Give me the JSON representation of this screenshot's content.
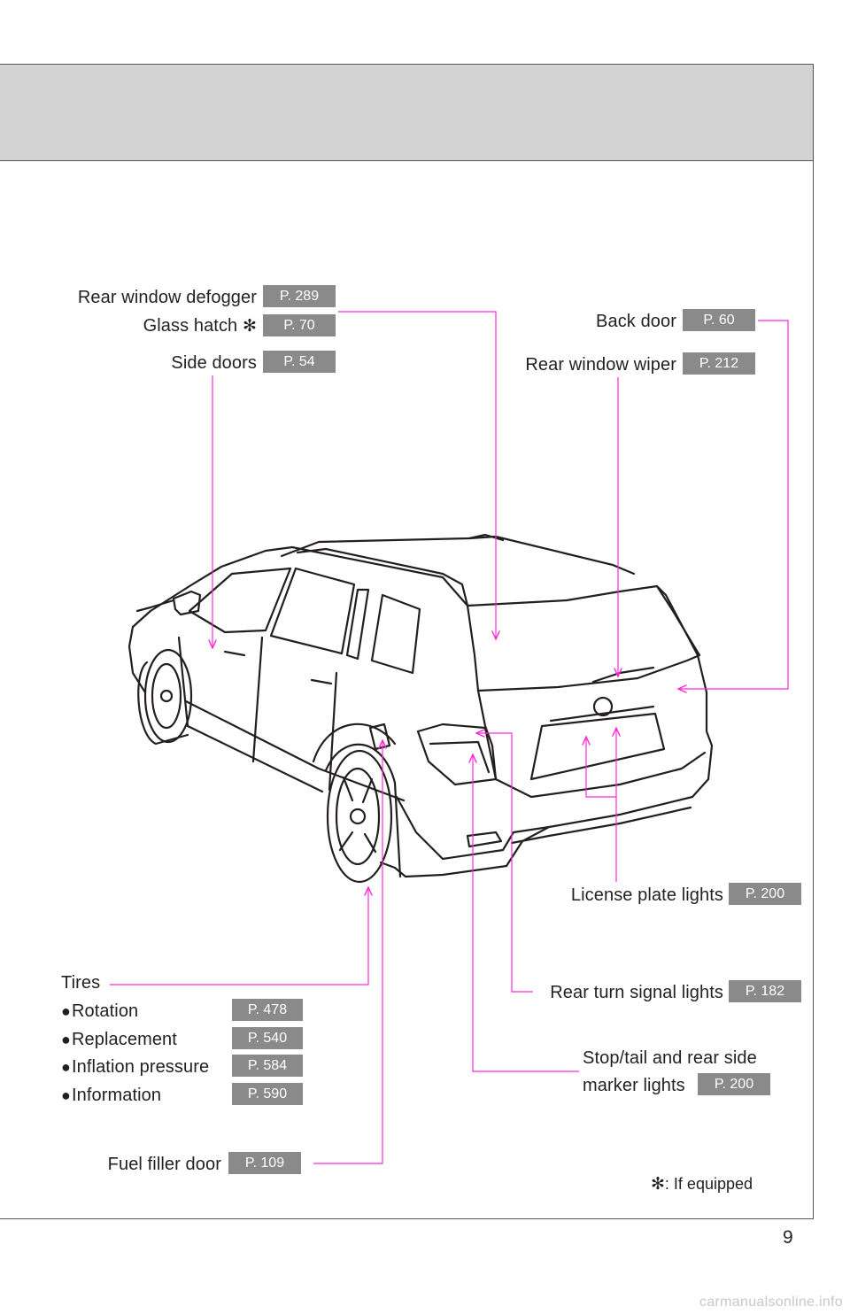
{
  "labels": {
    "rear_window_defogger": {
      "text": "Rear window defogger",
      "page": "P. 289"
    },
    "glass_hatch": {
      "text": "Glass hatch",
      "page": "P. 70"
    },
    "side_doors": {
      "text": "Side doors",
      "page": "P. 54"
    },
    "back_door": {
      "text": "Back door",
      "page": "P. 60"
    },
    "rear_window_wiper": {
      "text": "Rear window wiper",
      "page": "P. 212"
    },
    "license_plate_lights": {
      "text": "License plate lights",
      "page": "P. 200"
    },
    "rear_turn_signal_lights": {
      "text": "Rear turn signal lights",
      "page": "P. 182"
    },
    "stop_tail": {
      "line1": "Stop/tail and rear side",
      "line2": "marker lights",
      "page": "P. 200"
    },
    "fuel_filler_door": {
      "text": "Fuel filler door",
      "page": "P. 109"
    }
  },
  "tires": {
    "title": "Tires",
    "items": [
      {
        "text": "Rotation",
        "page": "P. 478"
      },
      {
        "text": "Replacement",
        "page": "P. 540"
      },
      {
        "text": "Inflation pressure",
        "page": "P. 584"
      },
      {
        "text": "Information",
        "page": "P. 590"
      }
    ]
  },
  "symbols": {
    "asterisk": "✻",
    "bullet": "●"
  },
  "footnote": ": If equipped",
  "page_number": "9",
  "watermark": "carmanualsonline.info",
  "colors": {
    "leader": "#ff2bd6",
    "badge": "#8a8a8a",
    "header_band": "#d3d3d3"
  }
}
